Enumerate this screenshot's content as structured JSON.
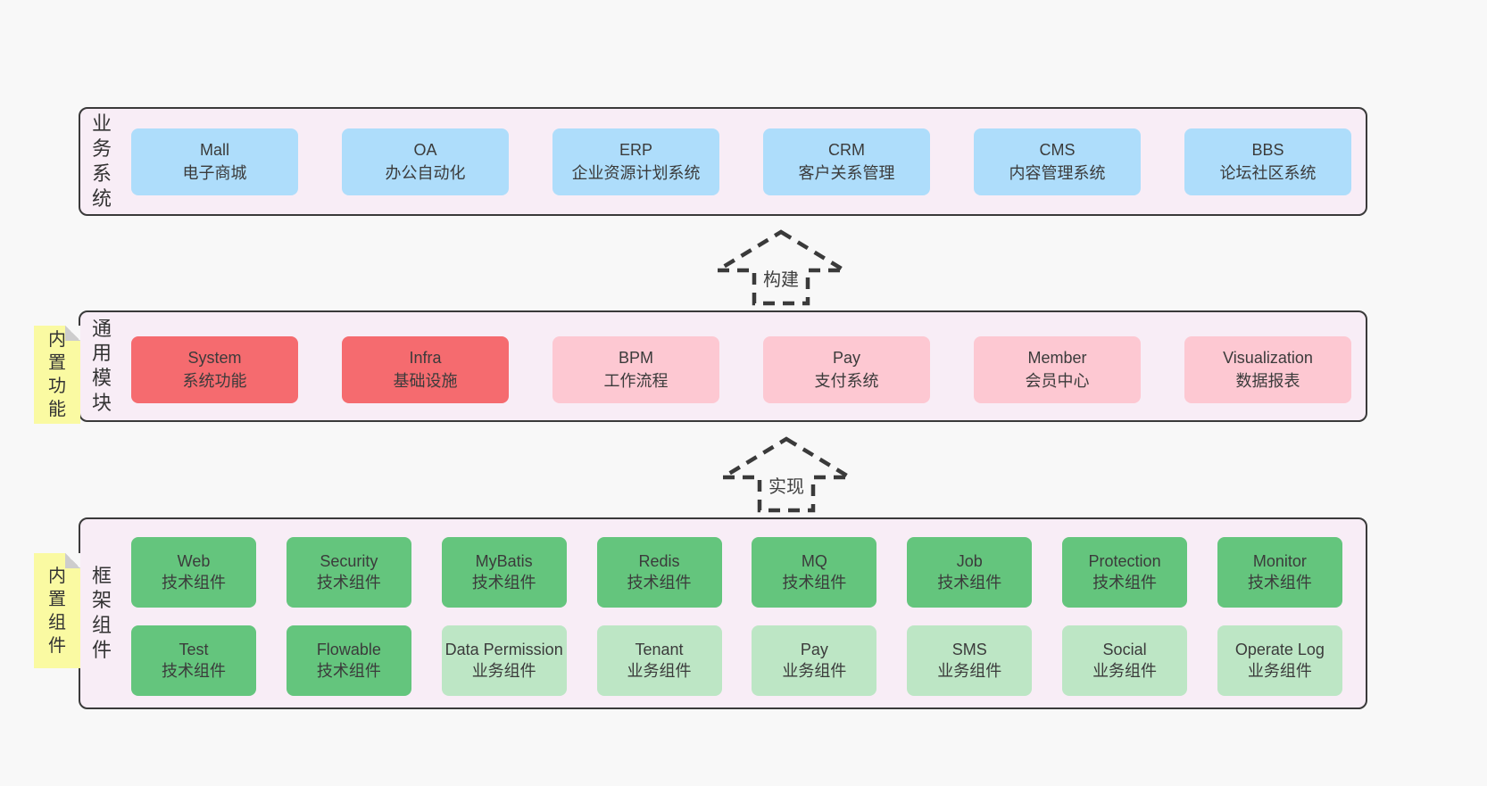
{
  "colors": {
    "page_bg": "#f8f8f8",
    "panel_bg": "#f8edf6",
    "panel_border": "#3a3a3a",
    "box_blue": "#aeddfb",
    "box_red": "#f56b6f",
    "box_pink": "#fdc8d2",
    "box_green": "#64c57d",
    "box_light_green": "#bde6c5",
    "sticky_yellow": "#fafaa2",
    "fold_gray": "#cdcdcd",
    "text": "#3b3b3b"
  },
  "arrows": [
    {
      "label": "构建"
    },
    {
      "label": "实现"
    }
  ],
  "layers": [
    {
      "side_label": "业务系统",
      "sticky": null,
      "rows": [
        [
          {
            "en": "Mall",
            "zh": "电子商城",
            "color": "blue"
          },
          {
            "en": "OA",
            "zh": "办公自动化",
            "color": "blue"
          },
          {
            "en": "ERP",
            "zh": "企业资源计划系统",
            "color": "blue"
          },
          {
            "en": "CRM",
            "zh": "客户关系管理",
            "color": "blue"
          },
          {
            "en": "CMS",
            "zh": "内容管理系统",
            "color": "blue"
          },
          {
            "en": "BBS",
            "zh": "论坛社区系统",
            "color": "blue"
          }
        ]
      ]
    },
    {
      "side_label": "通用模块",
      "sticky": "内置功能",
      "rows": [
        [
          {
            "en": "System",
            "zh": "系统功能",
            "color": "red"
          },
          {
            "en": "Infra",
            "zh": "基础设施",
            "color": "red"
          },
          {
            "en": "BPM",
            "zh": "工作流程",
            "color": "pink"
          },
          {
            "en": "Pay",
            "zh": "支付系统",
            "color": "pink"
          },
          {
            "en": "Member",
            "zh": "会员中心",
            "color": "pink"
          },
          {
            "en": "Visualization",
            "zh": "数据报表",
            "color": "pink"
          }
        ]
      ]
    },
    {
      "side_label": "框架组件",
      "sticky": "内置组件",
      "rows": [
        [
          {
            "en": "Web",
            "zh": "技术组件",
            "color": "green"
          },
          {
            "en": "Security",
            "zh": "技术组件",
            "color": "green"
          },
          {
            "en": "MyBatis",
            "zh": "技术组件",
            "color": "green"
          },
          {
            "en": "Redis",
            "zh": "技术组件",
            "color": "green"
          },
          {
            "en": "MQ",
            "zh": "技术组件",
            "color": "green"
          },
          {
            "en": "Job",
            "zh": "技术组件",
            "color": "green"
          },
          {
            "en": "Protection",
            "zh": "技术组件",
            "color": "green"
          },
          {
            "en": "Monitor",
            "zh": "技术组件",
            "color": "green"
          }
        ],
        [
          {
            "en": "Test",
            "zh": "技术组件",
            "color": "green"
          },
          {
            "en": "Flowable",
            "zh": "技术组件",
            "color": "green"
          },
          {
            "en": "Data Permission",
            "zh": "业务组件",
            "color": "light_green"
          },
          {
            "en": "Tenant",
            "zh": "业务组件",
            "color": "light_green"
          },
          {
            "en": "Pay",
            "zh": "业务组件",
            "color": "light_green"
          },
          {
            "en": "SMS",
            "zh": "业务组件",
            "color": "light_green"
          },
          {
            "en": "Social",
            "zh": "业务组件",
            "color": "light_green"
          },
          {
            "en": "Operate Log",
            "zh": "业务组件",
            "color": "light_green"
          }
        ]
      ]
    }
  ]
}
